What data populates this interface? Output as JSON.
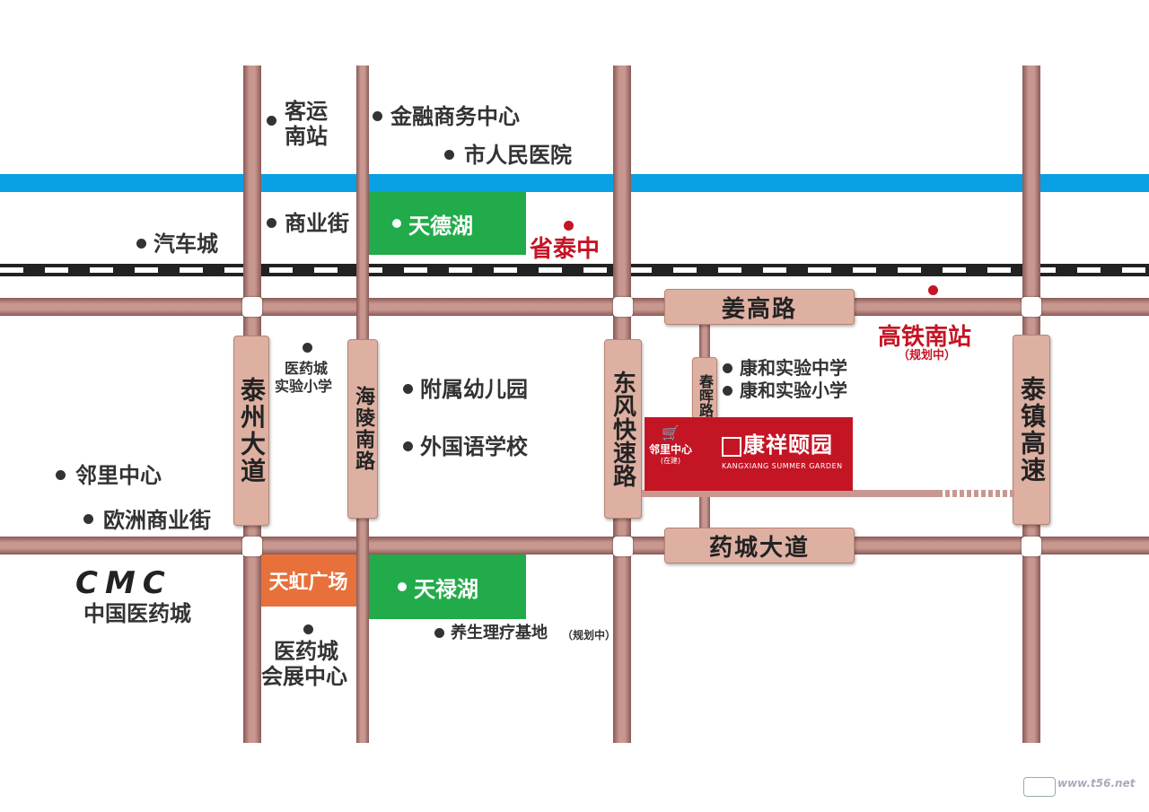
{
  "roads": {
    "taizhou_avenue": "泰州大道",
    "hailing_south": "海陵南路",
    "dongfeng_expressway": "东风快速路",
    "chunhui_road": "春晖路",
    "taizhen_expressway": "泰镇高速",
    "jianggao_road": "姜高路",
    "yaocheng_avenue": "药城大道"
  },
  "areas": {
    "tiande_lake": "天德湖",
    "tianlu_lake": "天禄湖",
    "tianhong_plaza": "天虹广场"
  },
  "pois": {
    "keyun_1": "客运",
    "keyun_2": "南站",
    "finance_center": "金融商务中心",
    "hospital": "市人民医院",
    "commercial_street": "商业街",
    "auto_city": "汽车城",
    "sheng_taizhong": "省泰中",
    "high_speed_station": "高铁南站",
    "high_speed_note": "（规划中）",
    "pharma_school_1": "医药城",
    "pharma_school_2": "实验小学",
    "kindergarten": "附属幼儿园",
    "foreign_language_school": "外国语学校",
    "kanghe_middle": "康和实验中学",
    "kanghe_primary": "康和实验小学",
    "linli_center": "邻里中心",
    "europe_street": "欧洲商业街",
    "cmc_name": "中国医药城",
    "expo_1": "医药城",
    "expo_2": "会展中心",
    "health_base": "养生理疗基地",
    "health_note": "（规划中）"
  },
  "project": {
    "name": "康祥颐园",
    "en": "KANGXIANG SUMMER GARDEN",
    "linli_badge": "邻里中心",
    "linli_sub": "(在建)"
  },
  "logo": {
    "text": "CMC"
  },
  "watermark": {
    "site": "www.t56.net"
  },
  "colors": {
    "river": "#0aa0e4",
    "park": "#22ab4a",
    "plaza": "#e8703a",
    "project": "#c41525",
    "road": "#c89890",
    "accent_text": "#c41525"
  }
}
